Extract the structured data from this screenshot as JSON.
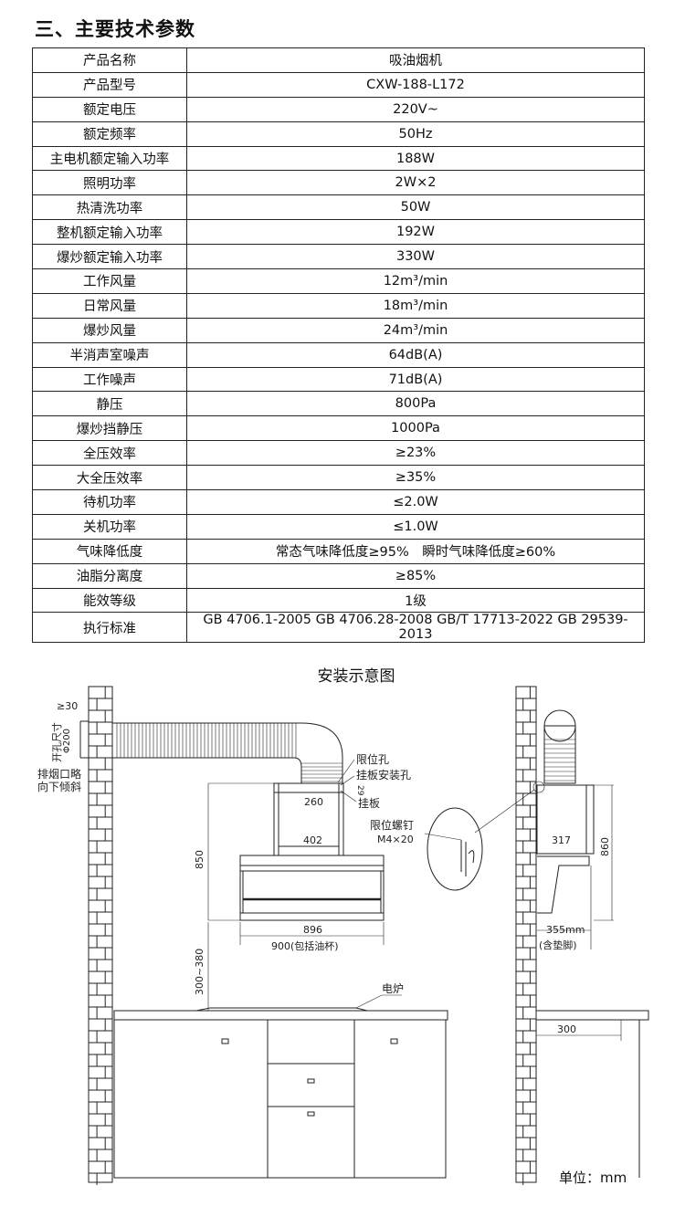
{
  "title": "三、主要技术参数",
  "specs": [
    {
      "k": "产品名称",
      "v": "吸油烟机"
    },
    {
      "k": "产品型号",
      "v": "CXW-188-L172"
    },
    {
      "k": "额定电压",
      "v": "220V~"
    },
    {
      "k": "额定频率",
      "v": "50Hz"
    },
    {
      "k": "主电机额定输入功率",
      "v": "188W"
    },
    {
      "k": "照明功率",
      "v": "2W×2"
    },
    {
      "k": "热清洗功率",
      "v": "50W"
    },
    {
      "k": "整机额定输入功率",
      "v": "192W"
    },
    {
      "k": "爆炒额定输入功率",
      "v": "330W"
    },
    {
      "k": "工作风量",
      "v": "12m³/min"
    },
    {
      "k": "日常风量",
      "v": "18m³/min"
    },
    {
      "k": "爆炒风量",
      "v": "24m³/min"
    },
    {
      "k": "半消声室噪声",
      "v": "64dB(A)"
    },
    {
      "k": "工作噪声",
      "v": "71dB(A)"
    },
    {
      "k": "静压",
      "v": "800Pa"
    },
    {
      "k": "爆炒挡静压",
      "v": "1000Pa"
    },
    {
      "k": "全压效率",
      "v": "≥23%"
    },
    {
      "k": "大全压效率",
      "v": "≥35%"
    },
    {
      "k": "待机功率",
      "v": "≤2.0W"
    },
    {
      "k": "关机功率",
      "v": "≤1.0W"
    },
    {
      "k": "气味降低度",
      "v": "常态气味降低度≥95%　瞬时气味降低度≥60%"
    },
    {
      "k": "油脂分离度",
      "v": "≥85%"
    },
    {
      "k": "能效等级",
      "v": "1级"
    },
    {
      "k": "执行标准",
      "v": "GB 4706.1-2005  GB 4706.28-2008  GB/T 17713-2022  GB 29539-2013"
    }
  ],
  "diagram": {
    "title": "安装示意图",
    "gap": "≥30",
    "hole1": "开孔尺寸",
    "hole2": "Φ200",
    "slope1": "排烟口略",
    "slope2": "向下倾斜",
    "limit_hole": "限位孔",
    "plate_hole": "挂板安装孔",
    "plate": "挂板",
    "d29": "29",
    "d260": "260",
    "d402": "402",
    "d850": "850",
    "d896": "896",
    "d900": "900(包括油杯)",
    "d300_380": "300~380",
    "stove": "电炉",
    "screw1": "限位螺钉",
    "screw2": "M4×20",
    "d317": "317",
    "d860": "860",
    "d355": "355mm",
    "d355b": "(含垫脚)",
    "d300": "300",
    "unit": "单位：mm"
  }
}
